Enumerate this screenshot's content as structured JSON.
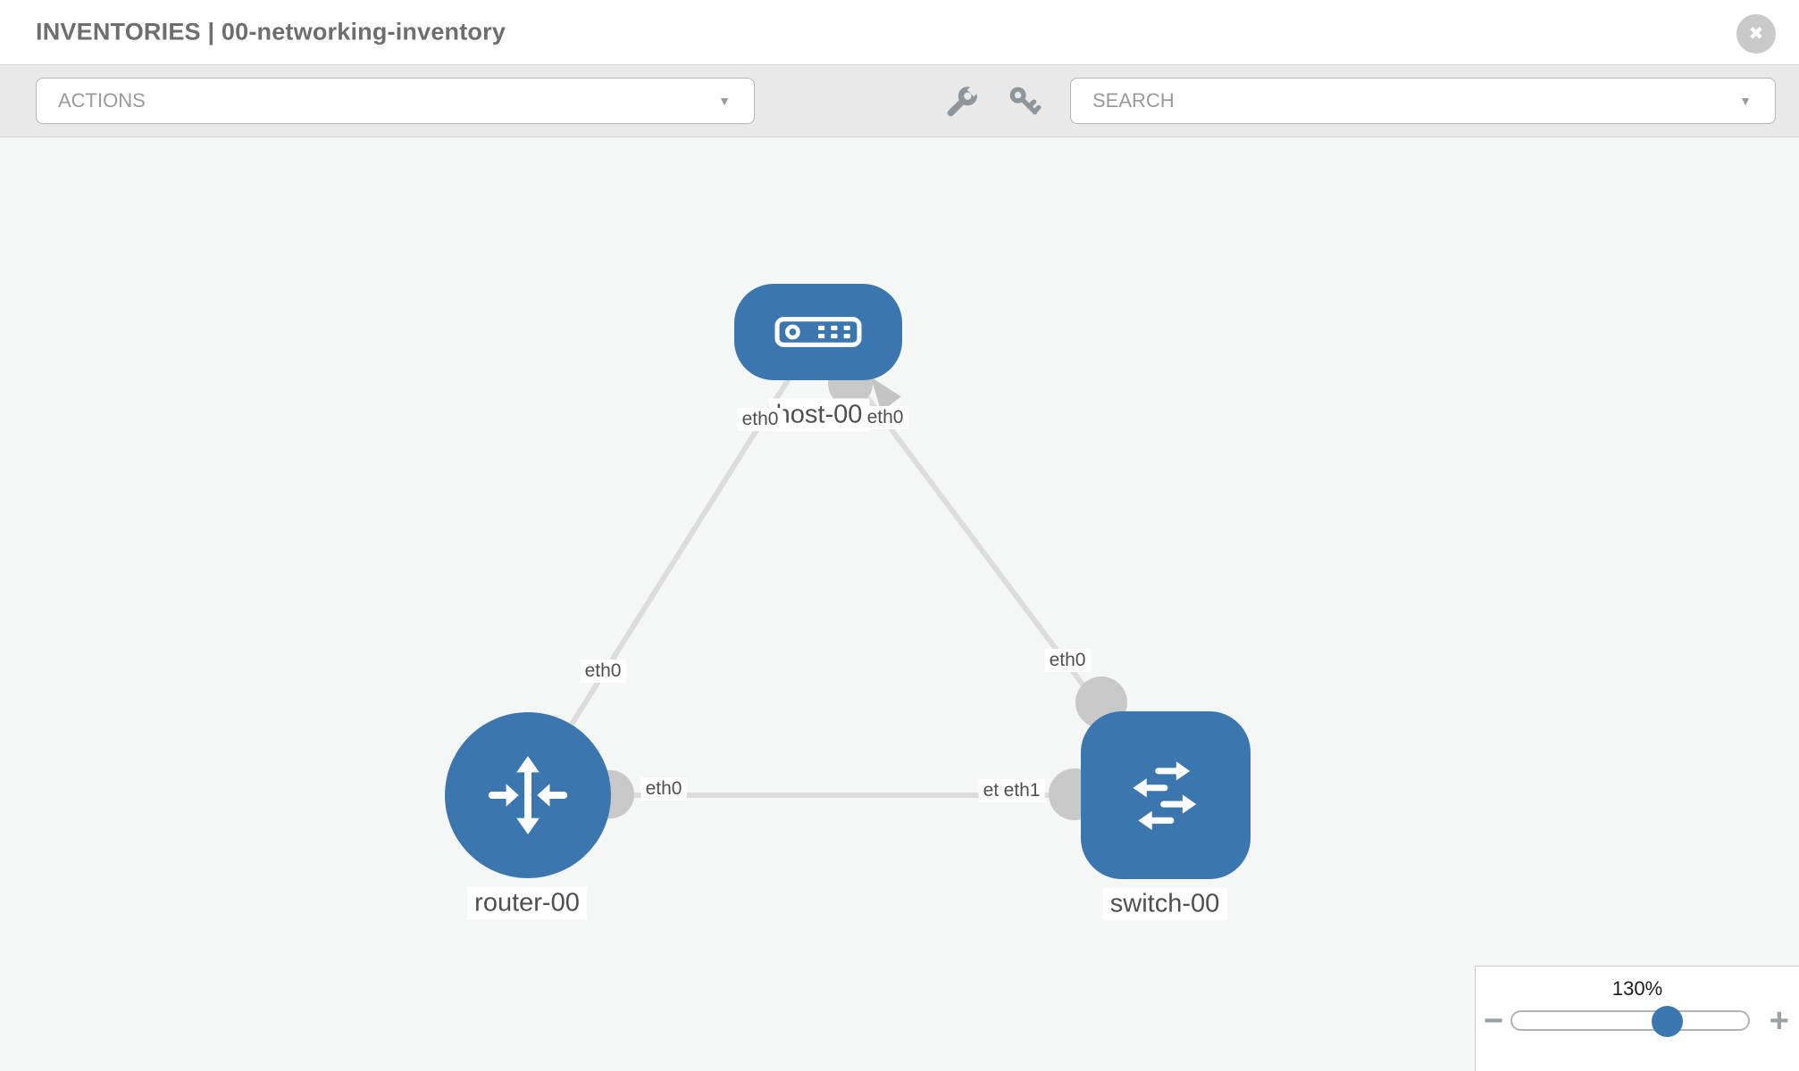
{
  "header": {
    "title": "INVENTORIES | 00-networking-inventory"
  },
  "toolbar": {
    "actions_label": "ACTIONS",
    "search_label": "SEARCH"
  },
  "icons": {
    "close": "✖",
    "caret_down": "▼",
    "wrench": "wrench-icon",
    "key": "key-icon"
  },
  "colors": {
    "node_blue": "#3b76af",
    "link_gray": "#dcdcdc",
    "connector_gray": "#c8c8c8",
    "toolbar_gray": "#e9e9e9"
  },
  "topology": {
    "nodes": [
      {
        "label": "host-00",
        "type": "host"
      },
      {
        "label": "router-00",
        "type": "router"
      },
      {
        "label": "switch-00",
        "type": "switch"
      }
    ],
    "links": [
      {
        "from": "host-00",
        "to": "router-00"
      },
      {
        "from": "host-00",
        "to": "switch-00"
      },
      {
        "from": "router-00",
        "to": "switch-00"
      }
    ],
    "interfaces": [
      {
        "label": "eth0",
        "near": "host-00-left"
      },
      {
        "label": "eth0",
        "near": "host-00-right"
      },
      {
        "label": "eth0",
        "near": "router-host-link"
      },
      {
        "label": "eth0",
        "near": "switch-host-link"
      },
      {
        "label": "eth0",
        "near": "router-00-switch-link"
      },
      {
        "label": "eth0",
        "near": "switch-00-left-under"
      },
      {
        "label": "eth1",
        "near": "switch-00-left"
      }
    ]
  },
  "zoom_control": {
    "level": "130%",
    "minus": "−",
    "plus": "+"
  }
}
